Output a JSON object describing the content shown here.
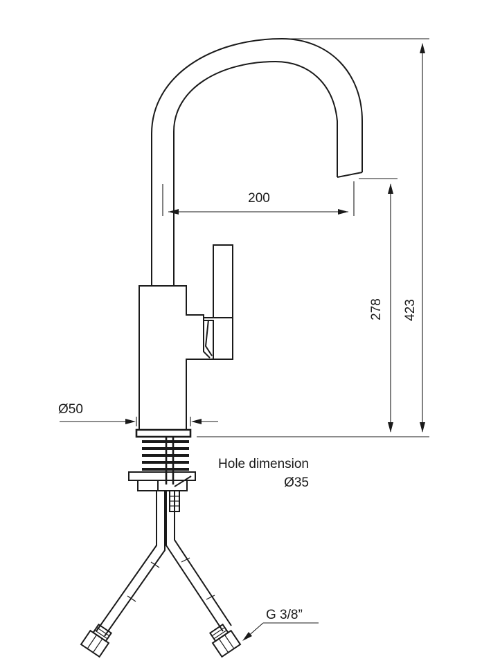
{
  "dimensions": {
    "spout_reach": "200",
    "spout_height": "278",
    "total_height": "423",
    "base_diameter": "Ø50"
  },
  "hole": {
    "title": "Hole dimension",
    "diameter": "Ø35"
  },
  "connection": {
    "thread": "G 3/8”"
  },
  "colors": {
    "line": "#1a1a1a",
    "background": "#ffffff"
  }
}
